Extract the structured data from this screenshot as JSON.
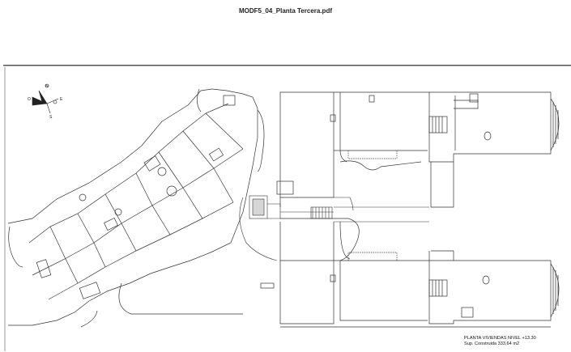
{
  "document": {
    "title": "MODF5_04_Planta Tercera.pdf"
  },
  "plan": {
    "caption_line1": "PLANTA VIVIENDAS NIVEL +13.30",
    "caption_line2": "Sup. Construida 333,64 m2",
    "compass_labels": {
      "n": "N",
      "s": "S",
      "e": "E",
      "o": "O"
    }
  },
  "colors": {
    "line": "#333333",
    "page_border": "#555555"
  }
}
